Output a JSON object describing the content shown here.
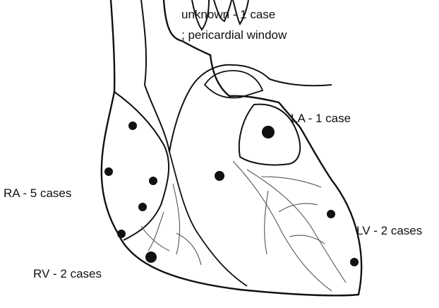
{
  "labels": {
    "unknown_line1": "unknown - 1 case",
    "unknown_line2": "; pericardial window",
    "la": "LA - 1 case",
    "ra": "RA - 5 cases",
    "lv": "LV - 2 cases",
    "rv": "RV - 2 cases"
  },
  "colors": {
    "outline": "#111111",
    "vessel_line": "#555555",
    "marker": "#111111",
    "text": "#111111",
    "background": "#ffffff"
  }
}
